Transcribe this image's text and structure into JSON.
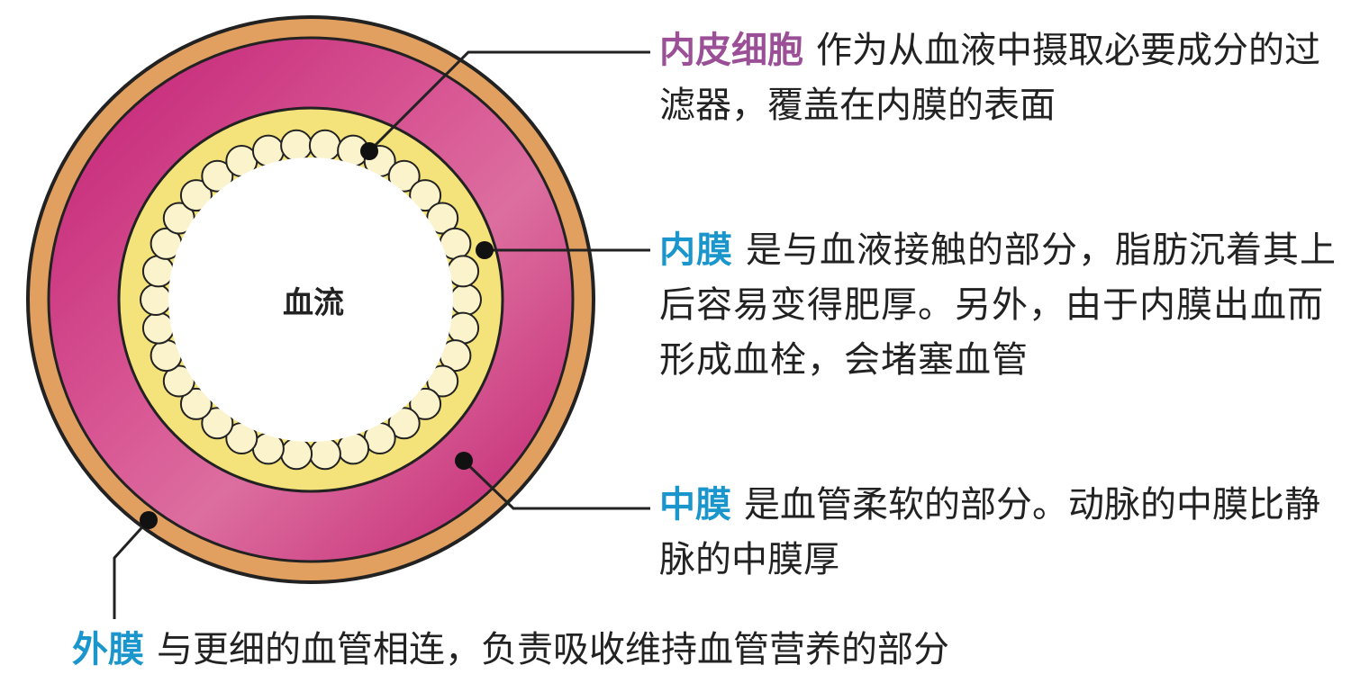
{
  "center_label": "血流",
  "labels": {
    "endothelial": {
      "term": "内皮细胞",
      "description": "作为从血液中摄取必要成分的过滤器，覆盖在内膜的表面"
    },
    "intima": {
      "term": "内膜",
      "description": "是与血液接触的部分，脂肪沉着其上后容易变得肥厚。另外，由于内膜出血而形成血栓，会堵塞血管"
    },
    "media": {
      "term": "中膜",
      "description": "是血管柔软的部分。动脉的中膜比静脉的中膜厚"
    },
    "adventitia": {
      "term": "外膜",
      "description": "与更细的血管相连，负责吸收维持血管营养的部分"
    }
  },
  "colors": {
    "adventitia": "#e2a060",
    "media": "#c9287c",
    "intima": "#f4e27a",
    "endothelium": "#fbf3cc",
    "outline": "#222222",
    "term_purple": "#9b4f96",
    "term_blue": "#1a96cc"
  }
}
